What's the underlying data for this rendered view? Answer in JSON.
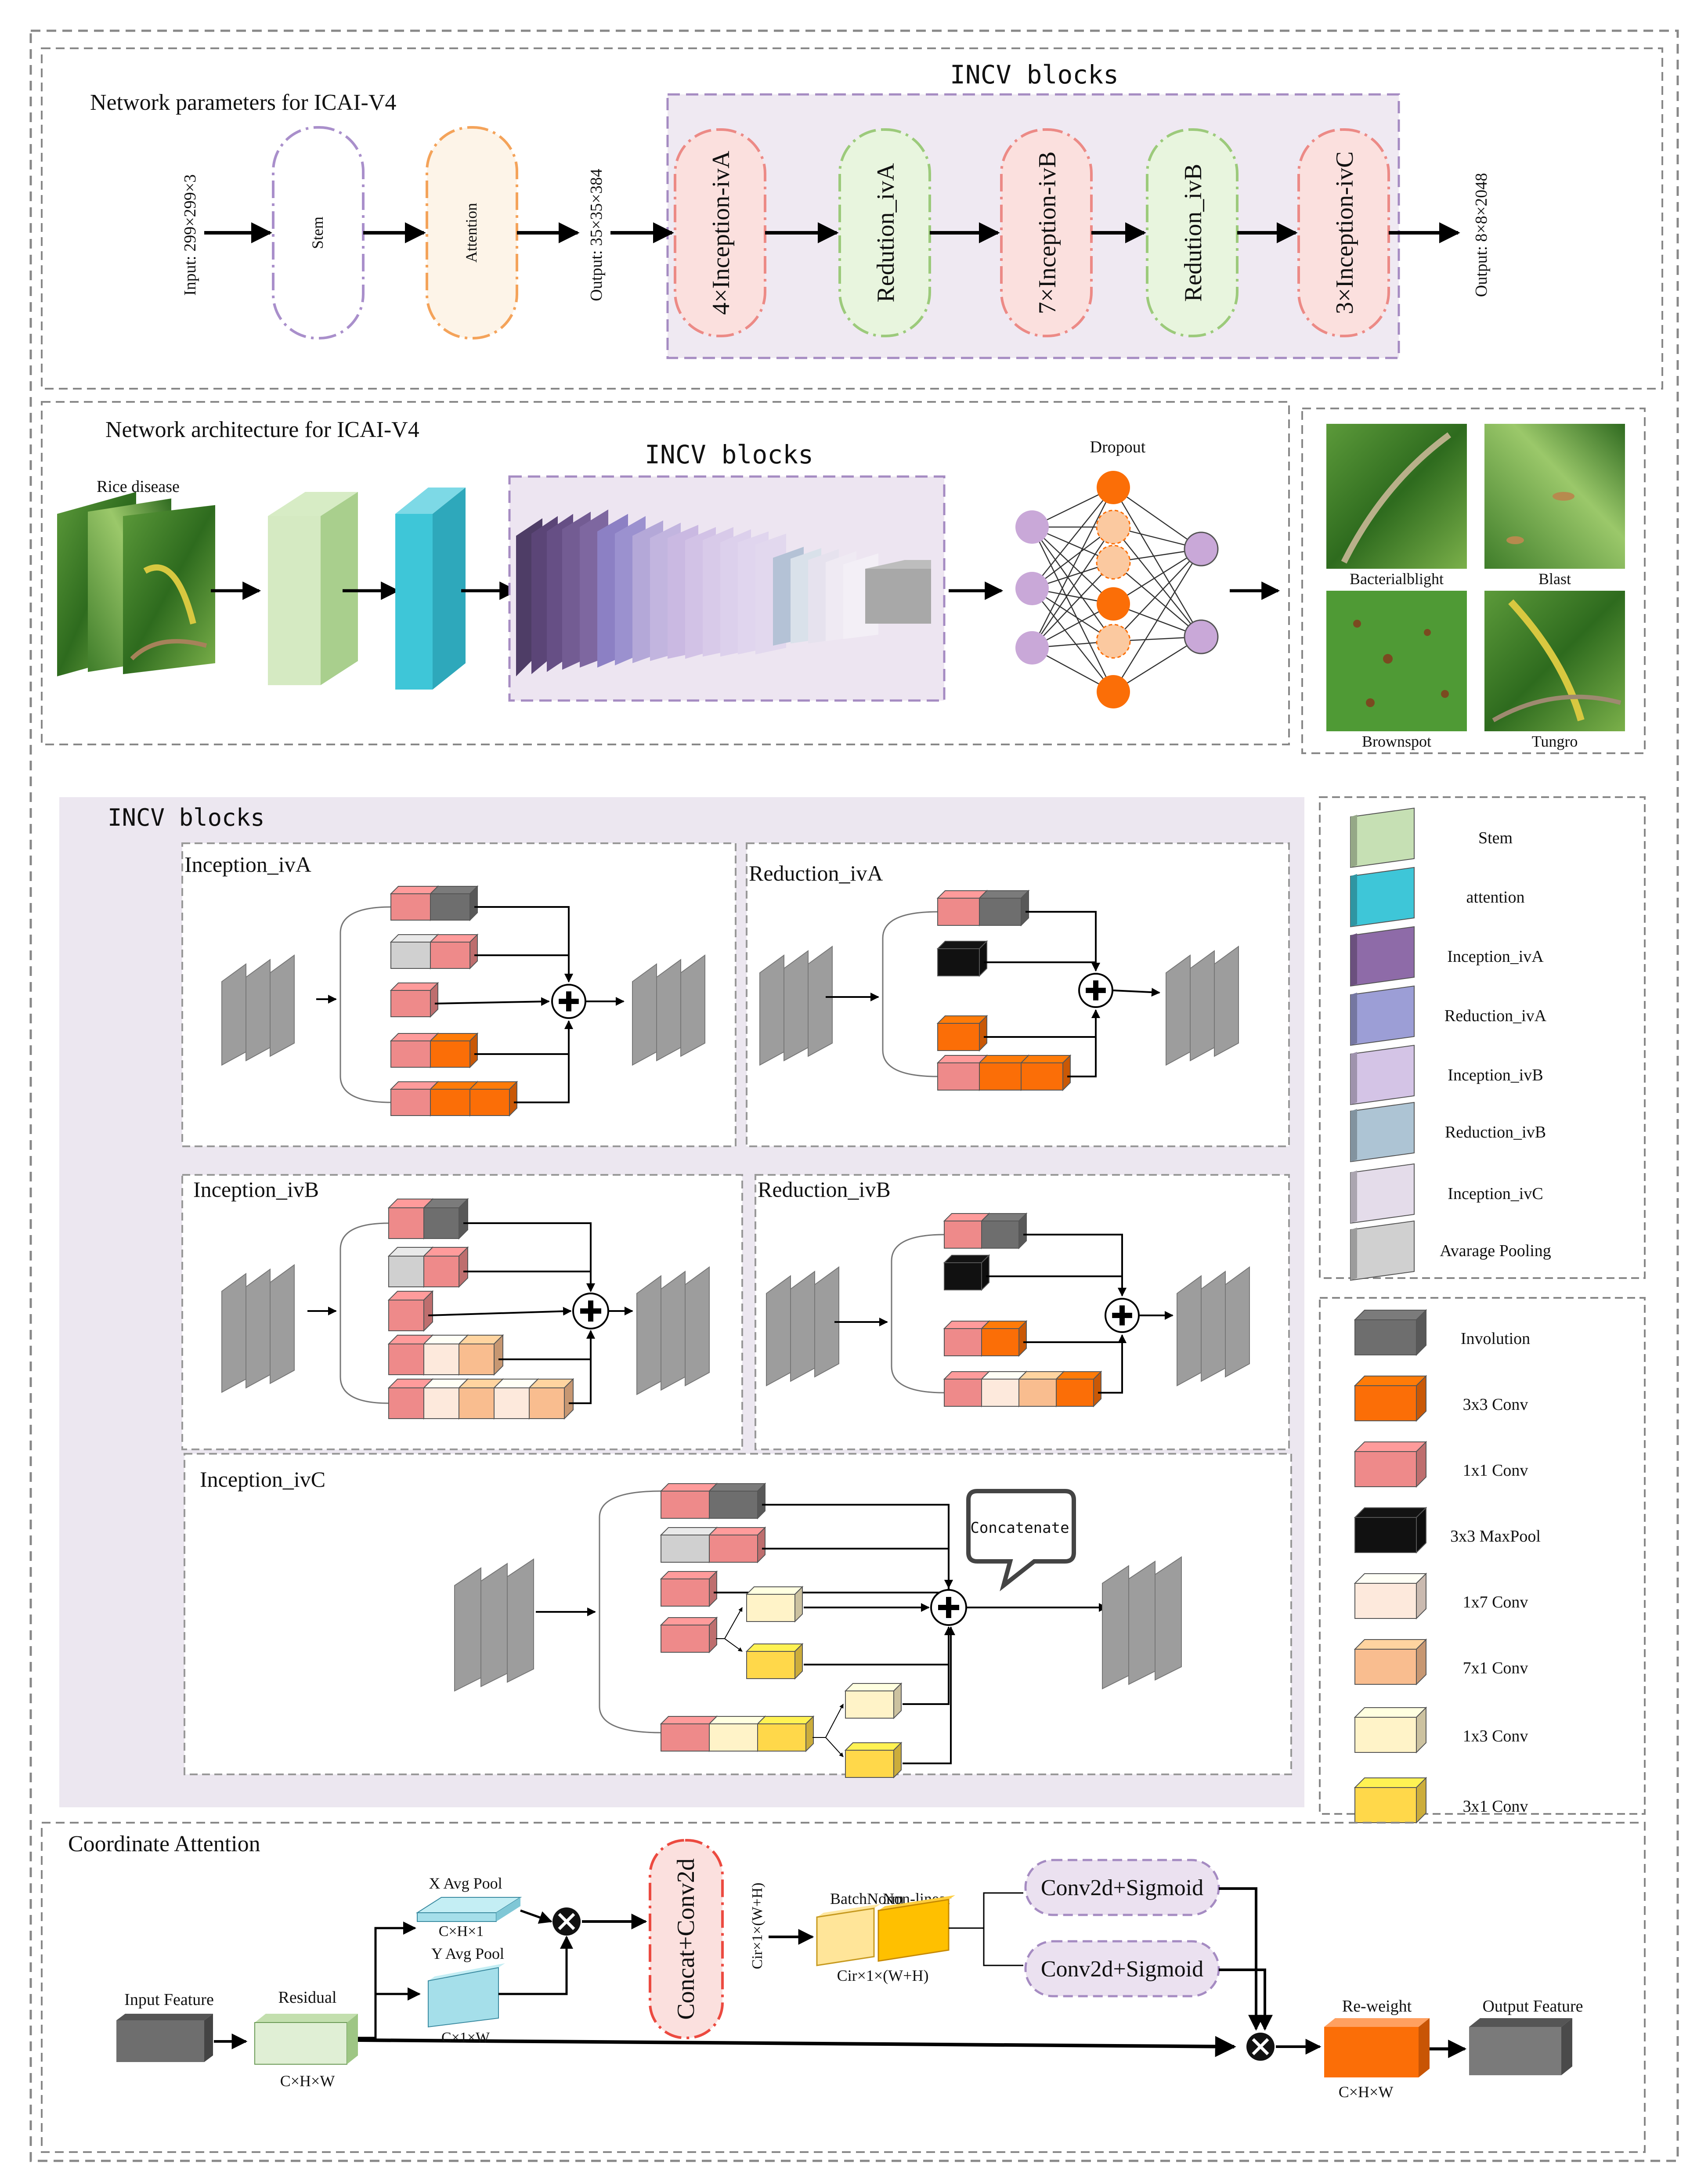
{
  "params": {
    "title": "Network parameters for ICAI-V4",
    "incv_label": "INCV blocks",
    "input_text": "Input: 299×299×3",
    "stem": "Stem",
    "attention": "Attention",
    "mid_output": "Output: 35×35×384",
    "blocks": [
      "4×Inception-ivA",
      "Redution_ivA",
      "7×Inception-ivB",
      "Redution_ivB",
      "3×Inception-ivC"
    ],
    "final_output": "Output: 8×8×2048"
  },
  "arch": {
    "title": "Network architecture for ICAI-V4",
    "rice_label": "Rice disease",
    "incv_label": "INCV blocks",
    "dropout": "Dropout",
    "classes": [
      "Bacterialblight",
      "Blast",
      "Brownspot",
      "Tungro"
    ]
  },
  "incv": {
    "title": "INCV blocks",
    "inception_a": "Inception_ivA",
    "reduction_a": "Reduction_ivA",
    "inception_b": "Inception_ivB",
    "reduction_b": "Reduction_ivB",
    "inception_c": "Inception_ivC",
    "concatenate": "Concatenate"
  },
  "legend1": [
    "Stem",
    "attention",
    "Inception_ivA",
    "Reduction_ivA",
    "Inception_ivB",
    "Reduction_ivB",
    "Inception_ivC",
    "Avarage Pooling"
  ],
  "legend2": [
    "Involution",
    "3x3 Conv",
    "1x1 Conv",
    "3x3 MaxPool",
    "1x7 Conv",
    "7x1 Conv",
    "1x3 Conv",
    "3x1 Conv"
  ],
  "coord": {
    "title": "Coordinate Attention",
    "input_feature": "Input Feature",
    "residual": "Residual",
    "chw": "C×H×W",
    "x_pool": "X Avg Pool",
    "x_dim": "C×H×1",
    "y_pool": "Y Avg Pool",
    "y_dim": "C×1×W",
    "concat": "Concat+Conv2d",
    "cir_vert": "Cir×1×(W+H)",
    "batchnorm": "BatchNorm",
    "nonlinear": "Non-linear",
    "cir_dim": "Cir×1×(W+H)",
    "conv_sig": "Conv2d+Sigmoid",
    "reweight": "Re-weight",
    "output_feature": "Output Feature",
    "out_dim": "C×H×W"
  },
  "colors": {
    "stem": "#c6e0b4",
    "attention": "#3ec6d8",
    "inception_a": "#8e6ba8",
    "reduction_a": "#9c9ed6",
    "inception_b": "#d4c4e6",
    "reduction_b": "#adc4d4",
    "inception_c": "#e4dcea",
    "avg_pool": "#d0d0d0",
    "involution": "#6e6e6e",
    "conv3x3": "#fb6e07",
    "conv1x1": "#ee8a8a",
    "maxpool": "#111111",
    "conv1x7": "#fde9dc",
    "conv7x1": "#f9bd8f",
    "conv1x3": "#fff3c8",
    "conv3x1": "#ffd84a"
  }
}
